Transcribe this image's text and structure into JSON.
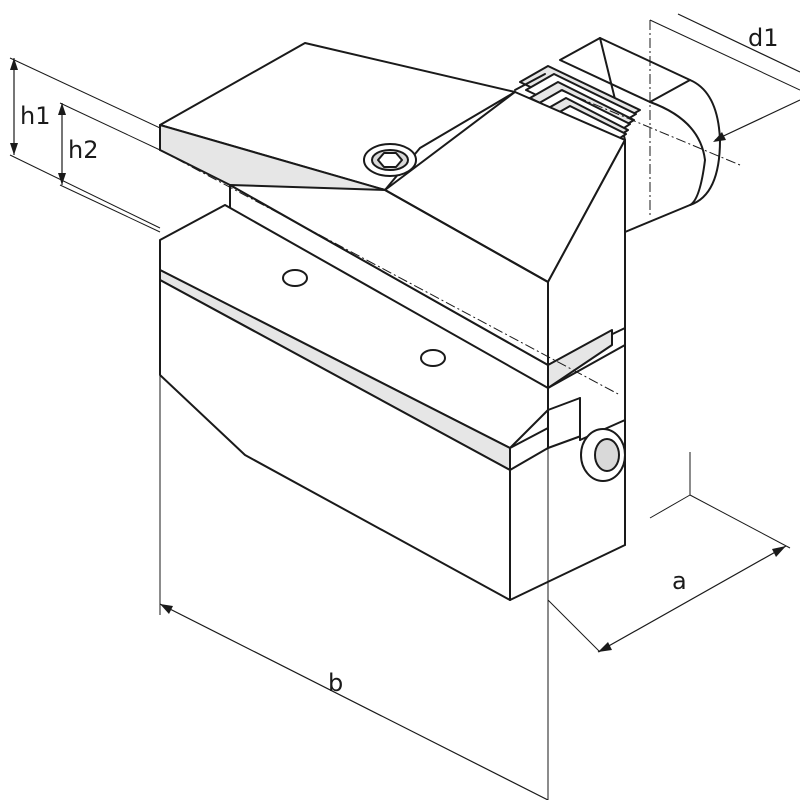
{
  "labels": {
    "h1": "h1",
    "h2": "h2",
    "d1": "d1",
    "a": "a",
    "b": "b"
  },
  "colors": {
    "line": "#1a1a1a",
    "shade": "#e6e6e6",
    "background": "#ffffff"
  },
  "icons": [
    "hex-socket-screw-icon",
    "bolt-hole-icon",
    "threaded-shank-icon"
  ]
}
